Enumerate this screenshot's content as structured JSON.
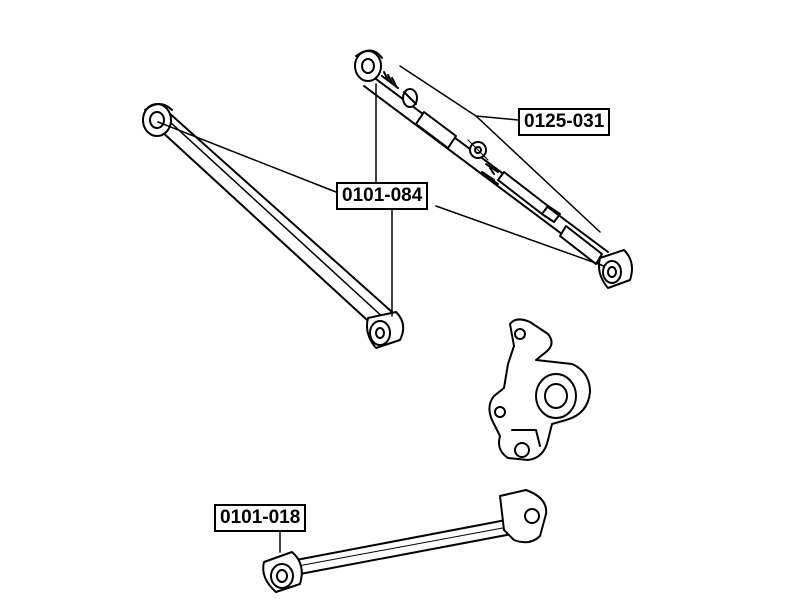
{
  "callouts": {
    "adjusting_link_part": "0125-031",
    "arm_bushing_part": "0101-084",
    "trailing_arm_bushing_part": "0101-018"
  },
  "colors": {
    "line": "#000000",
    "background": "#ffffff"
  }
}
